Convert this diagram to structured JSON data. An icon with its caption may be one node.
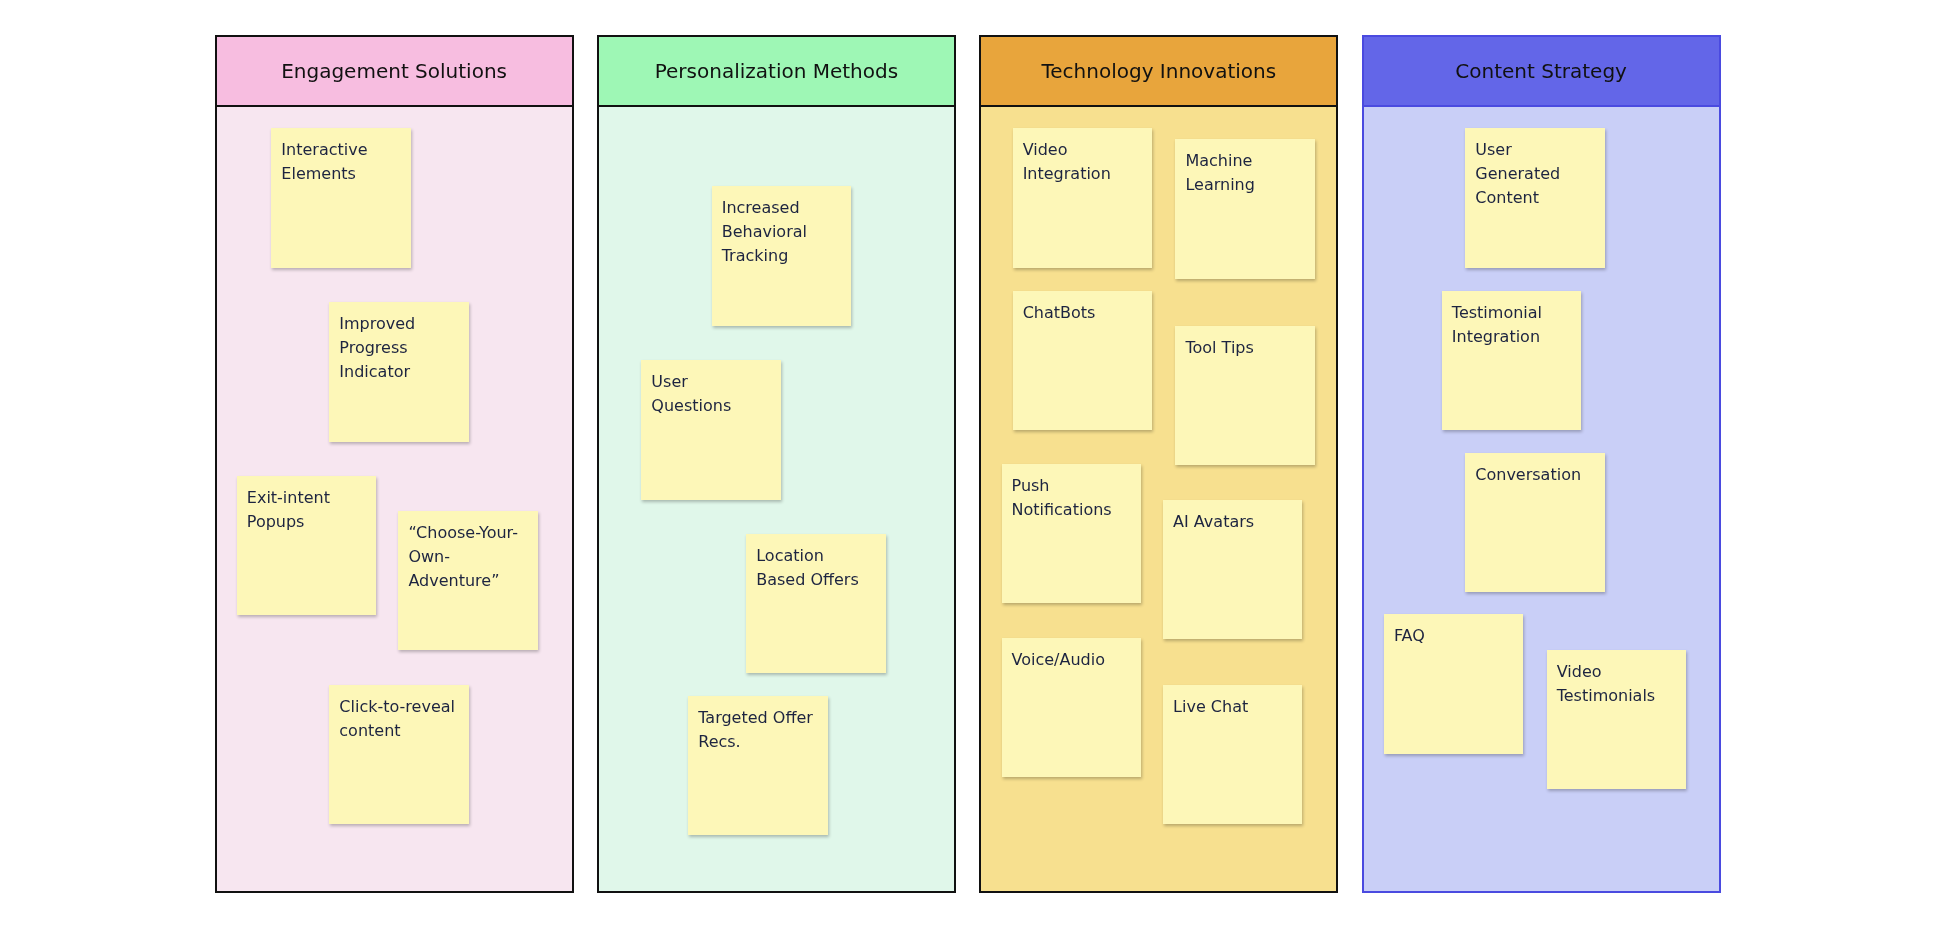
{
  "diagram": {
    "nodes": [
      {
        "text": [
          "Engagement Solutions"
        ]
      },
      {
        "text": [
          "Interactive Elements"
        ],
        "in": 0
      },
      {
        "text": [
          "Improved Progress Indicator"
        ],
        "in": 0
      },
      {
        "text": [
          "Exit-intent Popups"
        ],
        "in": 0
      },
      {
        "text": [
          "“Choose-Your-Own-Adventure”"
        ],
        "in": 0
      },
      {
        "text": [
          "Click-to-reveal content"
        ],
        "in": 0
      },
      {
        "text": [
          "Personalization Methods"
        ]
      },
      {
        "text": [
          "Increased Behavioral Tracking"
        ],
        "in": 6
      },
      {
        "text": [
          "User Questions"
        ],
        "in": 6
      },
      {
        "text": [
          "Location Based Offers"
        ],
        "in": 6
      },
      {
        "text": [
          "Targeted Offer Recs."
        ],
        "in": 6
      },
      {
        "text": [
          "Technology Innovations"
        ]
      },
      {
        "text": [
          "Video Integration"
        ],
        "in": 11
      },
      {
        "text": [
          "Machine Learning"
        ],
        "in": 11
      },
      {
        "text": [
          "ChatBots"
        ],
        "in": 11
      },
      {
        "text": [
          "Tool Tips"
        ],
        "in": 11
      },
      {
        "text": [
          "Push Notifications"
        ],
        "in": 11
      },
      {
        "text": [
          "AI Avatars"
        ],
        "in": 11
      },
      {
        "text": [
          "Voice/Audio"
        ],
        "in": 11
      },
      {
        "text": [
          "Live Chat"
        ],
        "in": 11
      },
      {
        "text": [
          "Content Strategy"
        ]
      },
      {
        "text": [
          "User Generated Content"
        ],
        "in": 20
      },
      {
        "text": [
          "Testimonial Integration"
        ],
        "in": 20
      },
      {
        "text": [
          "Conversation"
        ],
        "in": 20
      },
      {
        "text": [
          "FAQ"
        ],
        "in": 20
      },
      {
        "text": [
          "Video Testimonials"
        ],
        "in": 20
      }
    ]
  }
}
